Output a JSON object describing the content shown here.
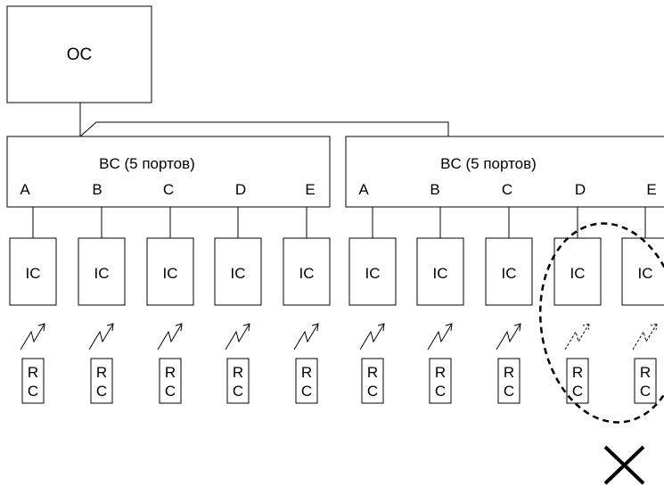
{
  "oc": {
    "label": "OC"
  },
  "bc_left": {
    "title": "BC (5 портов)",
    "ports": [
      "A",
      "B",
      "C",
      "D",
      "E"
    ]
  },
  "bc_right": {
    "title": "BC (5 портов)",
    "ports": [
      "A",
      "B",
      "C",
      "D",
      "E"
    ]
  },
  "ic": {
    "label": "IC"
  },
  "rc": {
    "line1": "R",
    "line2": "C"
  },
  "failure": {
    "mark": "✕"
  }
}
